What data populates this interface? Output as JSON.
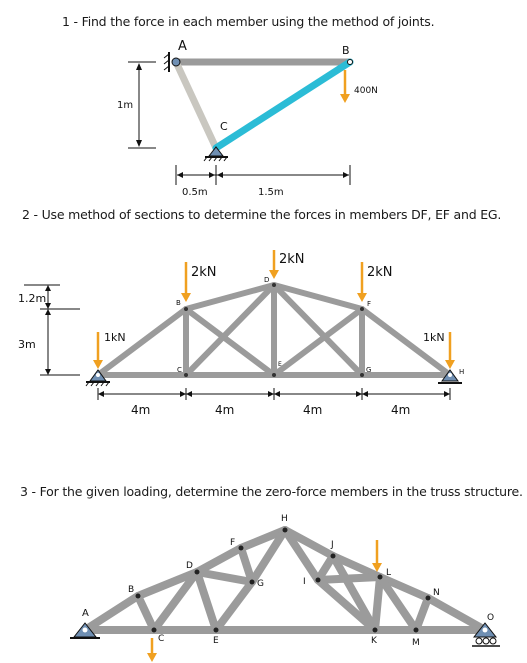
{
  "problem1": {
    "title": "1 - Find the force in each member using the method of joints.",
    "joints": [
      "A",
      "B",
      "C"
    ],
    "load": "400N",
    "dim_vertical": "1m",
    "dim_h1": "0.5m",
    "dim_h2": "1.5m"
  },
  "problem2": {
    "title": "2 - Use method of sections to determine the forces in members DF, EF and EG.",
    "joints": [
      "B",
      "C",
      "D",
      "E",
      "F",
      "G",
      "H"
    ],
    "loads": [
      "2kN",
      "2kN",
      "2kN",
      "1kN",
      "1kN"
    ],
    "dim_left_top": "1.2m",
    "dim_left_bottom": "3m",
    "spans": [
      "4m",
      "4m",
      "4m",
      "4m"
    ]
  },
  "problem3": {
    "title": "3 - For the given loading, determine the zero-force members in the truss structure.",
    "joints": [
      "A",
      "B",
      "C",
      "D",
      "E",
      "F",
      "G",
      "H",
      "I",
      "J",
      "K",
      "L",
      "M",
      "N",
      "O"
    ]
  },
  "colors": {
    "member_gray": "#9b9b9b",
    "member_light": "#c9c7c0",
    "member_highlight": "#2bbcd6",
    "load_arrow": "#f0a020",
    "support": "#6f8fb3"
  }
}
